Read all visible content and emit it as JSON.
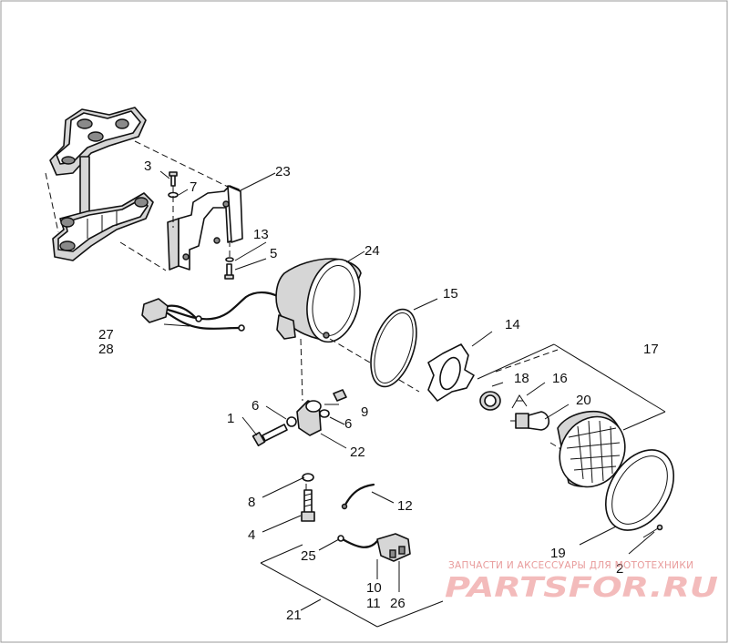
{
  "callouts": {
    "c1": "1",
    "c2": "2",
    "c3": "3",
    "c4": "4",
    "c5": "5",
    "c6a": "6",
    "c6b": "6",
    "c7": "7",
    "c8": "8",
    "c9": "9",
    "c10": "10",
    "c11": "11",
    "c12": "12",
    "c13": "13",
    "c14": "14",
    "c15": "15",
    "c16": "16",
    "c17": "17",
    "c18": "18",
    "c19": "19",
    "c20": "20",
    "c21": "21",
    "c22": "22",
    "c23": "23",
    "c24": "24",
    "c25": "25",
    "c26": "26",
    "c27": "27",
    "c28": "28"
  },
  "watermark": {
    "tagline": "ЗАПЧАСТИ И АКСЕССУАРЫ ДЛЯ МОТОТЕХНИКИ",
    "logo": "PARTSFOR.RU"
  }
}
